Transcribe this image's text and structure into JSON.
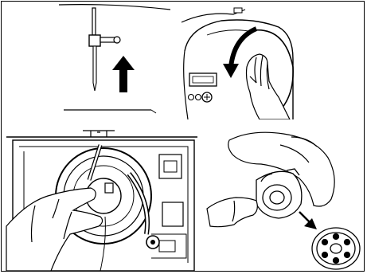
{
  "figure": {
    "stroke_color": "#000000",
    "fill_color": "#ffffff",
    "panels": [
      {
        "name": "needle-raise-panel",
        "icon": "up-arrow-icon"
      },
      {
        "name": "handwheel-turn-panel",
        "icon": "curved-arrow-icon"
      },
      {
        "name": "bobbin-case-removal-panel",
        "icon": "hand-icon"
      },
      {
        "name": "bobbin-release-panel",
        "icon": "down-arrow-icon"
      }
    ]
  }
}
